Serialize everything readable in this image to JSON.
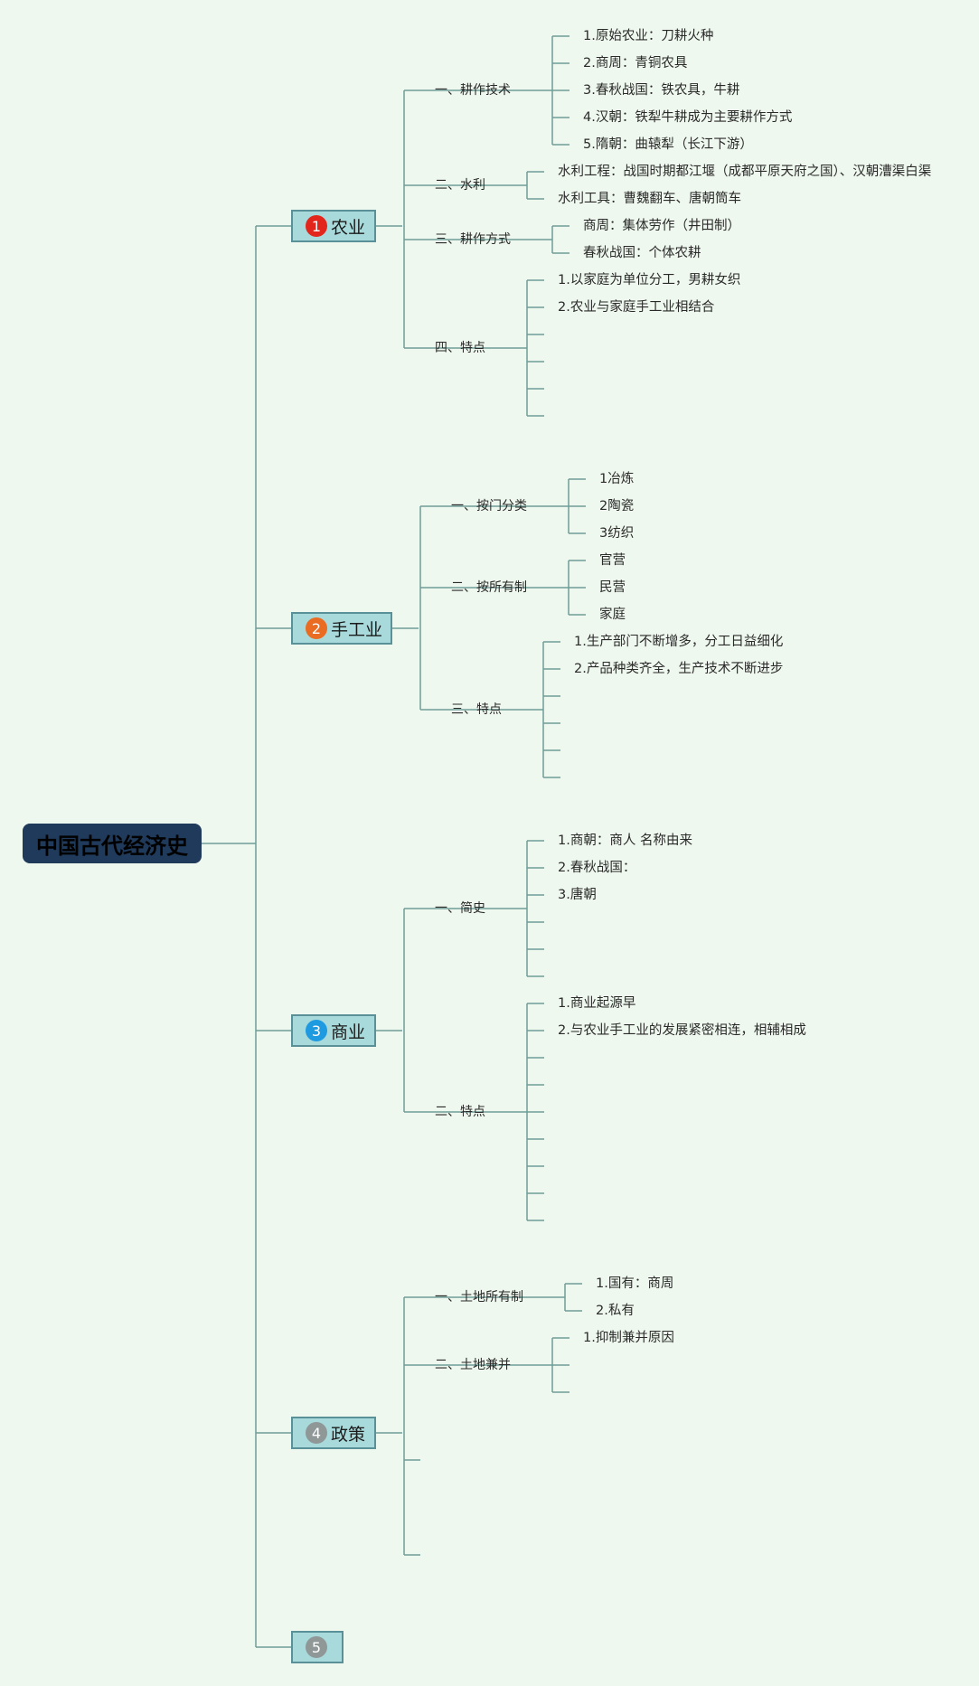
{
  "root": {
    "title": "中国古代经济史"
  },
  "colors": {
    "background": "#eff8ef",
    "root_fill": "#1f3a5a",
    "node_fill": "#a9dadb",
    "node_border": "#5a9098",
    "line": "#6e9e97",
    "badge_1": "#e2261b",
    "badge_2": "#ea6b22",
    "badge_3": "#1e9be0",
    "badge_4": "#8f9797",
    "badge_5": "#8f9797"
  },
  "branches": [
    {
      "badge": "1",
      "label": "农业",
      "children": [
        {
          "label": "一、耕作技术",
          "items": [
            "1.原始农业：刀耕火种",
            "2.商周：青铜农具",
            "3.春秋战国：铁农具，牛耕",
            "4.汉朝：铁犁牛耕成为主要耕作方式",
            "5.隋朝：曲辕犁（长江下游）"
          ]
        },
        {
          "label": "二、水利",
          "items": [
            "水利工程：战国时期都江堰（成都平原天府之国）、汉朝漕渠白渠",
            "水利工具：曹魏翻车、唐朝筒车"
          ]
        },
        {
          "label": "三、耕作方式",
          "items": [
            "商周：集体劳作（井田制）",
            "春秋战国：个体农耕"
          ]
        },
        {
          "label": "四、特点",
          "items": [
            "1.以家庭为单位分工，男耕女织",
            "2.农业与家庭手工业相结合",
            "",
            "",
            "",
            ""
          ]
        }
      ]
    },
    {
      "badge": "2",
      "label": "手工业",
      "children": [
        {
          "label": "一、按门分类",
          "items": [
            "1冶炼",
            "2陶瓷",
            "3纺织"
          ]
        },
        {
          "label": "二、按所有制",
          "items": [
            "官营",
            "民营",
            "家庭"
          ]
        },
        {
          "label": "三、特点",
          "items": [
            "1.生产部门不断增多，分工日益细化",
            "2.产品种类齐全，生产技术不断进步",
            "",
            "",
            "",
            ""
          ]
        }
      ]
    },
    {
      "badge": "3",
      "label": "商业",
      "children": [
        {
          "label": "一、简史",
          "items": [
            "1.商朝：商人 名称由来",
            "2.春秋战国：",
            "3.唐朝",
            "",
            "",
            ""
          ]
        },
        {
          "label": "二、特点",
          "items": [
            "1.商业起源早",
            "2.与农业手工业的发展紧密相连，相辅相成",
            "",
            "",
            "",
            "",
            "",
            "",
            ""
          ]
        }
      ]
    },
    {
      "badge": "4",
      "label": "政策",
      "children": [
        {
          "label": "一、土地所有制",
          "items": [
            "1.国有：商周",
            "2.私有"
          ]
        },
        {
          "label": "二、土地兼并",
          "items": [
            "1.抑制兼并原因",
            "",
            ""
          ]
        },
        {
          "label": "",
          "items": []
        },
        {
          "label": "",
          "items": []
        }
      ]
    },
    {
      "badge": "5",
      "label": "",
      "children": []
    }
  ]
}
